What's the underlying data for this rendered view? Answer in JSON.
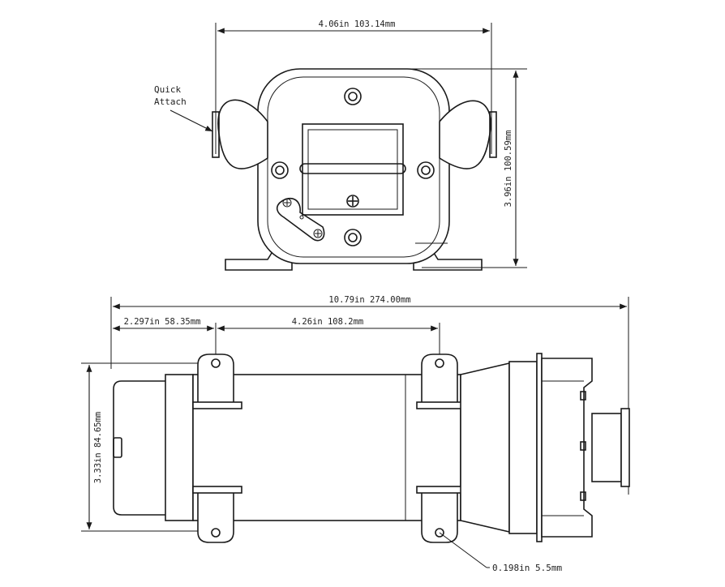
{
  "callouts": {
    "quick_attach_line1": "Quick",
    "quick_attach_line2": "Attach",
    "hole": "0.198in 5.5mm"
  },
  "dimensions": {
    "top_width": "4.06in 103.14mm",
    "top_height": "3.96in 100.59mm",
    "overall_length": "10.79in 274.00mm",
    "mount_offset": "2.297in 58.35mm",
    "mount_spacing": "4.26in 108.2mm",
    "body_height": "3.33in 84.65mm"
  }
}
